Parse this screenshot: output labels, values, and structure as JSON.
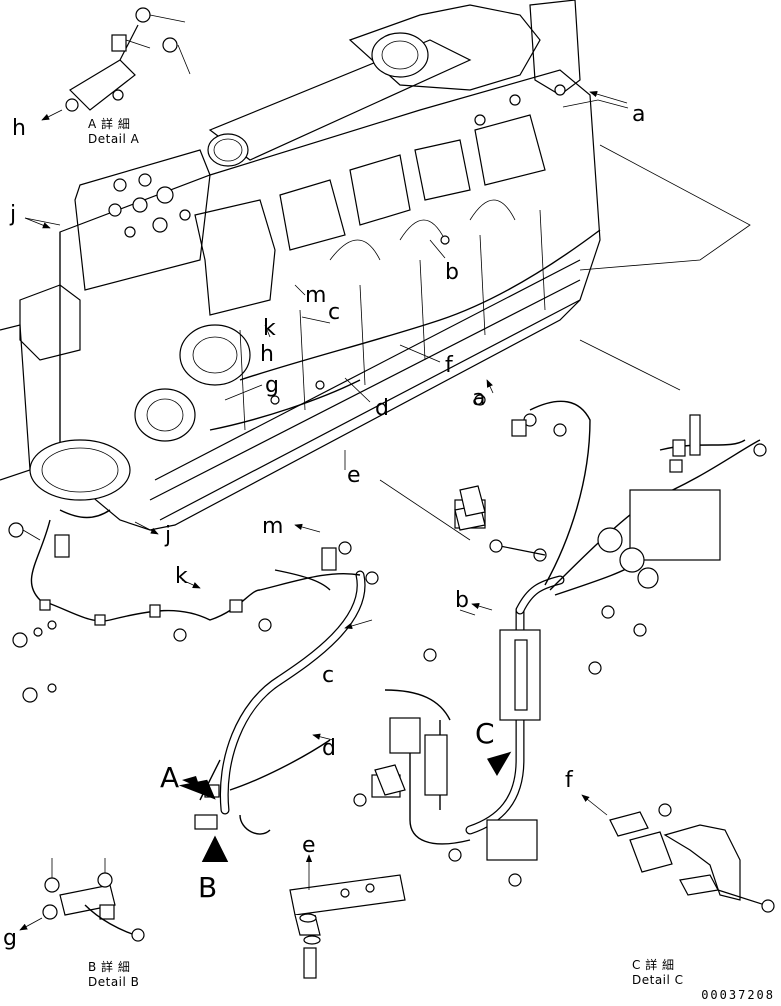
{
  "callouts": {
    "a_top": "a",
    "b_top": "b",
    "c_top": "c",
    "d_top": "d",
    "e_top": "e",
    "f_top": "f",
    "g_top": "g",
    "h_top": "h",
    "j_top": "j",
    "k_top": "k",
    "m_top": "m",
    "a_harness": "a",
    "b_harness": "b",
    "c_harness": "c",
    "d_harness": "d",
    "e_bracket": "e",
    "f_detail": "f",
    "g_detail": "g",
    "h_detail": "h",
    "j_harness": "j",
    "k_harness": "k",
    "m_harness": "m"
  },
  "views": {
    "A": "A",
    "B": "B",
    "C": "C"
  },
  "details": {
    "a": {
      "jp": "A 詳 細",
      "en": "Detail A"
    },
    "b": {
      "jp": "B 詳 細",
      "en": "Detail B"
    },
    "c": {
      "jp": "C 詳 細",
      "en": "Detail C"
    }
  },
  "drawing_number": "00037208"
}
